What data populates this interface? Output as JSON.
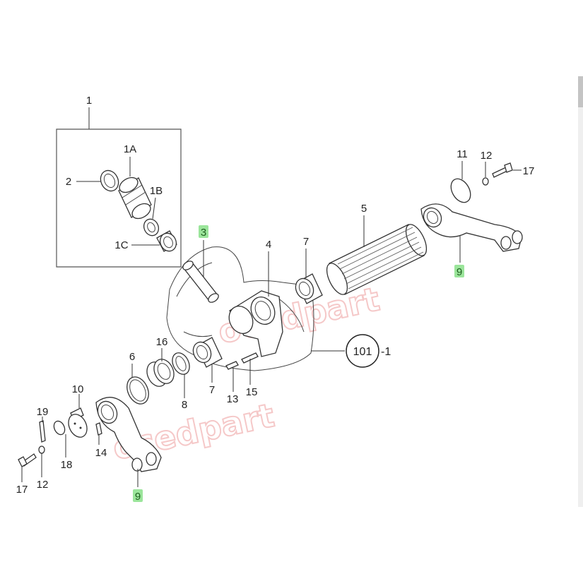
{
  "diagram": {
    "labels": {
      "p1": "1",
      "p1a": "1A",
      "p1b": "1B",
      "p1c": "1C",
      "p2": "2",
      "p3": "3",
      "p4": "4",
      "p5": "5",
      "p6": "6",
      "p7a": "7",
      "p7b": "7",
      "p8": "8",
      "p9a": "9",
      "p9b": "9",
      "p10": "10",
      "p11": "11",
      "p12a": "12",
      "p12b": "12",
      "p13": "13",
      "p14": "14",
      "p15": "15",
      "p16": "16",
      "p17a": "17",
      "p17b": "17",
      "p18": "18",
      "p19": "19",
      "ref_circle": "101",
      "ref_suffix": "-1"
    },
    "watermark": "ocedpart",
    "highlight_color": "#9be59b",
    "watermark_color": "#f2b6b6"
  }
}
